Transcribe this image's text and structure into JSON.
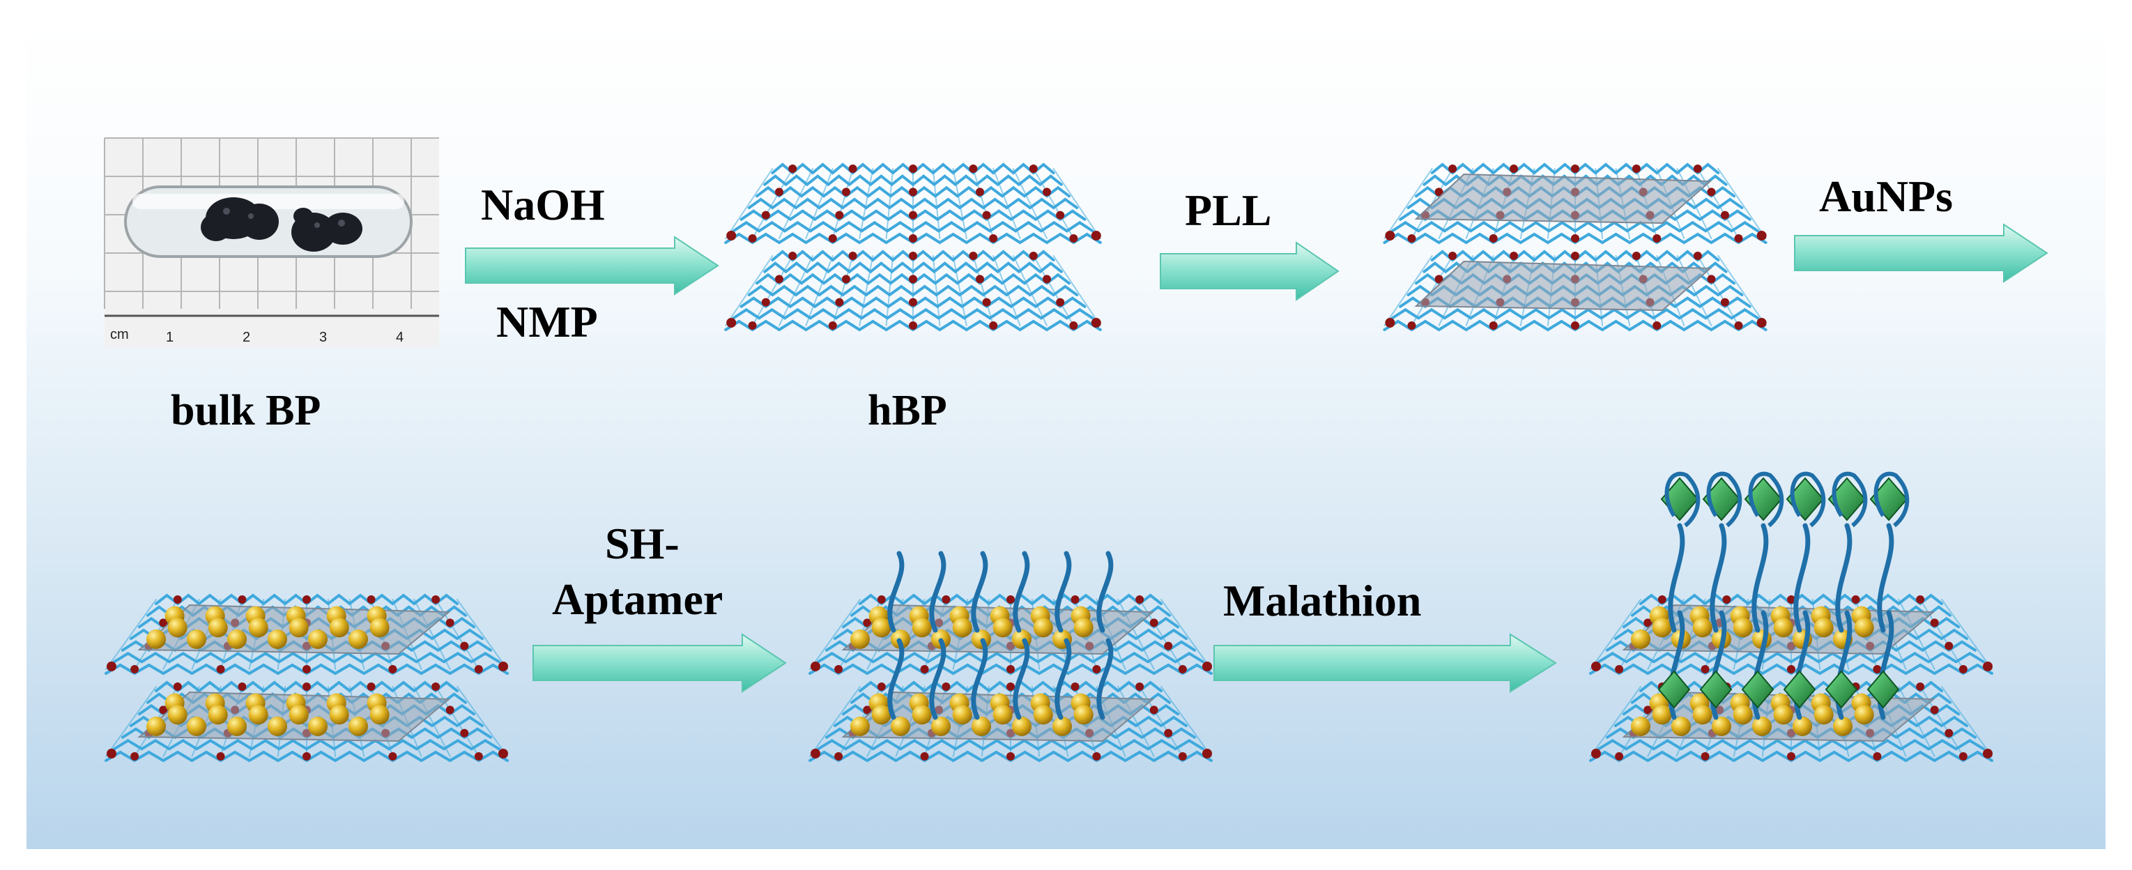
{
  "labels": {
    "bulk_bp": "bulk BP",
    "hbp": "hBP",
    "naoh": "NaOH",
    "nmp": "NMP",
    "pll": "PLL",
    "aunps": "AuNPs",
    "sh": "SH-",
    "aptamer": "Aptamer",
    "malathion": "Malathion"
  },
  "ruler_ticks": [
    "cm",
    "1",
    "2",
    "3",
    "4"
  ],
  "colors": {
    "background_top": "#ffffff",
    "background_bottom": "#b9d5ec",
    "arrow_fill": "#6fd8c4",
    "arrow_light": "#dff8f1",
    "lattice_blue": "#3fa9dd",
    "phosphate_red": "#8c1414",
    "sheet_gray": "#9aa6b4",
    "gold": "#e3b623",
    "aptamer_blue": "#1f6fa8",
    "malathion_green": "#2a9a45"
  }
}
